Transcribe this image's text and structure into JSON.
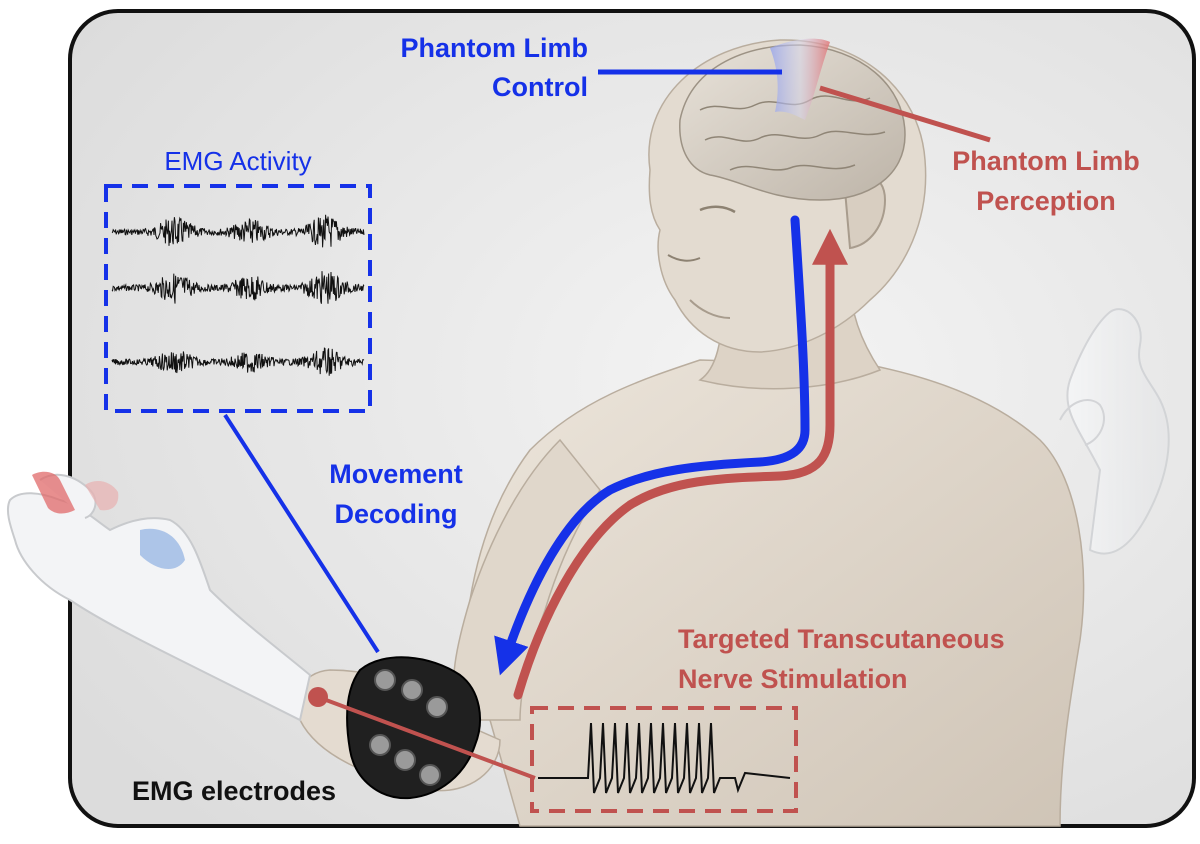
{
  "labels": {
    "phantom_control_line1": "Phantom Limb",
    "phantom_control_line2": "Control",
    "phantom_perception_line1": "Phantom Limb",
    "phantom_perception_line2": "Perception",
    "emg_activity": "EMG Activity",
    "movement_decoding_line1": "Movement",
    "movement_decoding_line2": "Decoding",
    "stimulation_line1": "Targeted Transcutaneous",
    "stimulation_line2": "Nerve Stimulation",
    "emg_electrodes": "EMG electrodes"
  },
  "colors": {
    "blue": "#1531e8",
    "red": "#c0524f",
    "black": "#111111",
    "panel_bg": "#e9e9e9",
    "skin": "#e4dbd0"
  }
}
